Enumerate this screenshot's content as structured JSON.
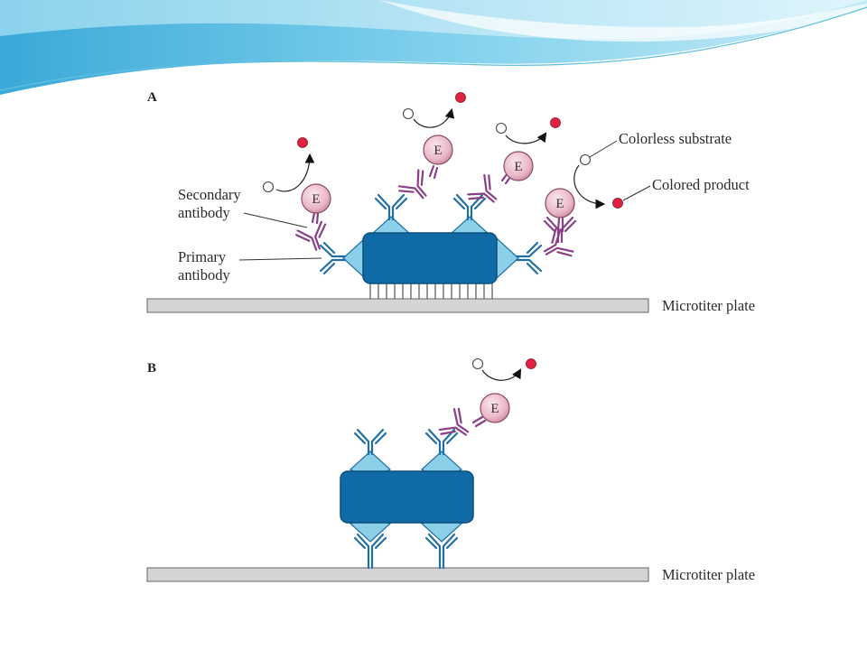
{
  "panels": [
    {
      "letter": "A"
    },
    {
      "letter": "B"
    }
  ],
  "labels": {
    "secondary_antibody": [
      "Secondary",
      "antibody"
    ],
    "primary_antibody": [
      "Primary",
      "antibody"
    ],
    "colorless_substrate": "Colorless substrate",
    "colored_product": "Colored product",
    "microtiter_plate": "Microtiter plate",
    "microtiter_plate_b": "Microtiter plate"
  },
  "enzyme_label": "E",
  "colors": {
    "primary_antibody": "#1f6fa5",
    "secondary_antibody": "#8a3f86",
    "antigen": "#0f6aa6",
    "enzyme": "#f0c8d4",
    "colored_product": "#e0213f",
    "plate": "#d3d4d5",
    "slide_wave_1": "#6cc6e6",
    "slide_wave_2": "#a9dff0"
  }
}
